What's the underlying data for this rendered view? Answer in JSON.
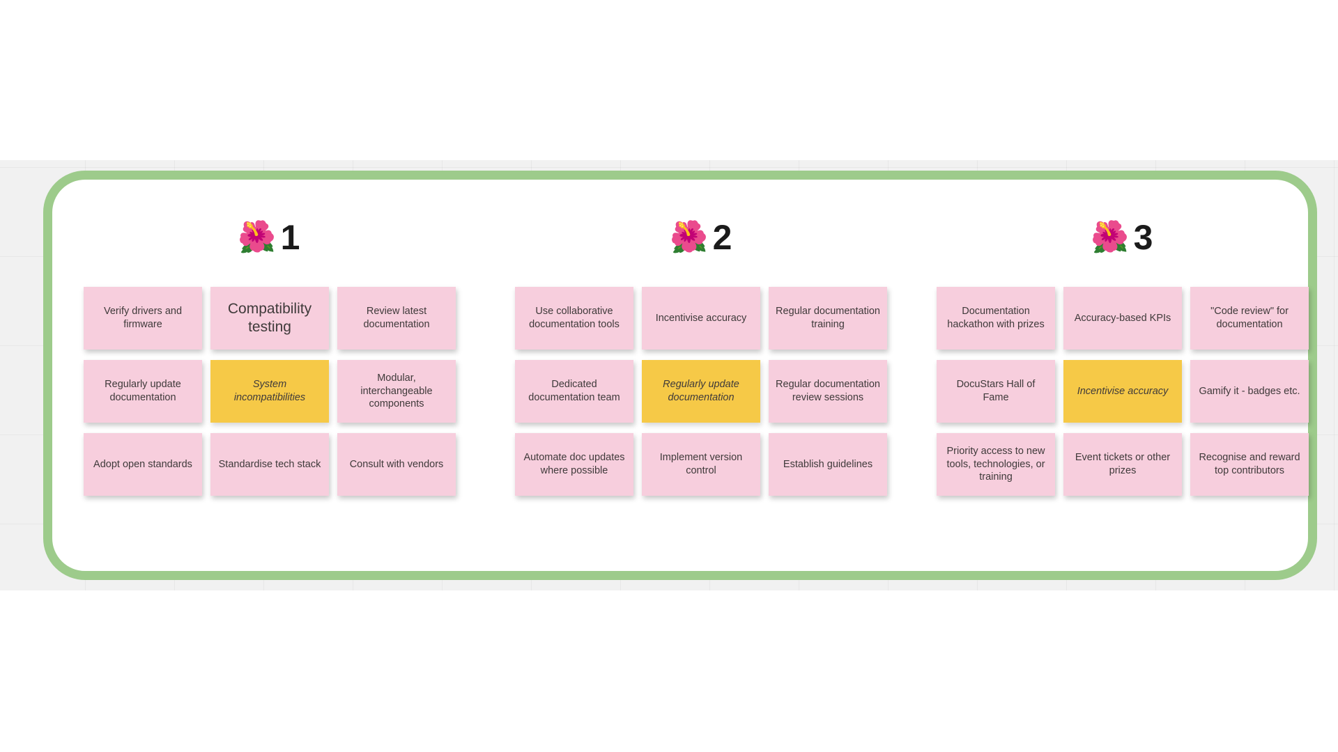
{
  "board": {
    "frame_color": "#9dcb8b",
    "sticky_color": "#f7cedd",
    "idea_color": "#f6c947",
    "grid_band_color": "#f1f1f1"
  },
  "groups": [
    {
      "icon": "🌺",
      "icon_name": "hibiscus-flower-icon",
      "number": "1",
      "cards": [
        {
          "text": "Verify drivers and firmware",
          "type": "solution"
        },
        {
          "text": "Compatibility testing",
          "type": "headline"
        },
        {
          "text": "Review latest documentation",
          "type": "solution"
        },
        {
          "text": "Regularly update documentation",
          "type": "solution"
        },
        {
          "text": "System incompatibilities",
          "type": "idea"
        },
        {
          "text": "Modular, interchangeable components",
          "type": "solution"
        },
        {
          "text": "Adopt open standards",
          "type": "solution"
        },
        {
          "text": "Standardise tech stack",
          "type": "solution"
        },
        {
          "text": "Consult with vendors",
          "type": "solution"
        }
      ]
    },
    {
      "icon": "🌺",
      "icon_name": "hibiscus-flower-icon",
      "number": "2",
      "cards": [
        {
          "text": "Use collaborative documentation tools",
          "type": "solution"
        },
        {
          "text": "Incentivise accuracy",
          "type": "solution"
        },
        {
          "text": "Regular documentation training",
          "type": "solution"
        },
        {
          "text": "Dedicated documentation team",
          "type": "solution"
        },
        {
          "text": "Regularly update documentation",
          "type": "idea"
        },
        {
          "text": "Regular documentation review sessions",
          "type": "solution"
        },
        {
          "text": "Automate doc updates where possible",
          "type": "solution"
        },
        {
          "text": "Implement version control",
          "type": "solution"
        },
        {
          "text": "Establish guidelines",
          "type": "solution"
        }
      ]
    },
    {
      "icon": "🌺",
      "icon_name": "hibiscus-flower-icon",
      "number": "3",
      "cards": [
        {
          "text": "Documentation hackathon with prizes",
          "type": "solution"
        },
        {
          "text": "Accuracy-based KPIs",
          "type": "solution"
        },
        {
          "text": "\"Code review\" for documentation",
          "type": "solution"
        },
        {
          "text": "DocuStars Hall of Fame",
          "type": "solution"
        },
        {
          "text": "Incentivise accuracy",
          "type": "idea"
        },
        {
          "text": "Gamify it - badges etc.",
          "type": "solution"
        },
        {
          "text": "Priority access to new tools, technologies, or training",
          "type": "solution"
        },
        {
          "text": "Event tickets or other prizes",
          "type": "solution"
        },
        {
          "text": "Recognise and reward top contributors",
          "type": "solution"
        }
      ]
    }
  ]
}
